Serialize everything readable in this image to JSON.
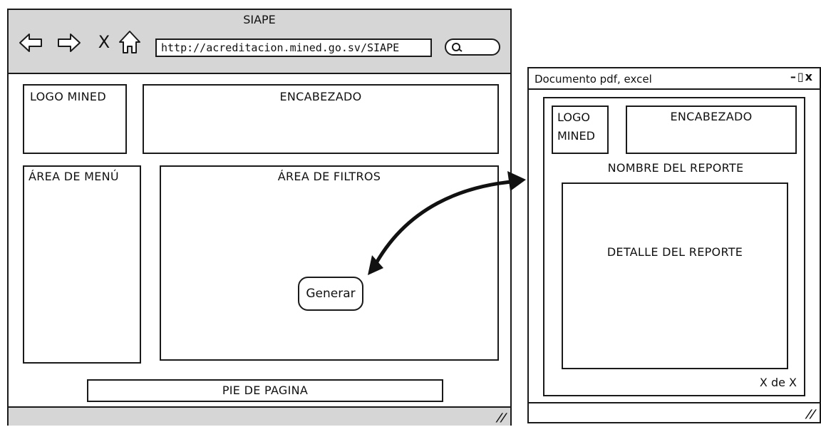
{
  "browser": {
    "title": "SIAPE",
    "url": "http://acreditacion.mined.go.sv/SIAPE",
    "nav_close": "X",
    "logo": "LOGO MINED",
    "header": "ENCABEZADO",
    "menu": "ÁREA DE MENÚ",
    "filters": "ÁREA DE FILTROS",
    "generate_button": "Generar",
    "footer": "PIE DE PAGINA"
  },
  "document": {
    "title": "Documento pdf, excel",
    "logo": "LOGO MINED",
    "header": "ENCABEZADO",
    "report_name": "NOMBRE DEL REPORTE",
    "report_detail": "DETALLE DEL REPORTE",
    "pager": "X de X"
  },
  "icons": {
    "back": "arrow-left-icon",
    "forward": "arrow-right-icon",
    "home": "home-icon",
    "search": "search-icon",
    "resize": "resize-grip-icon",
    "connector": "double-arrow-connector"
  }
}
